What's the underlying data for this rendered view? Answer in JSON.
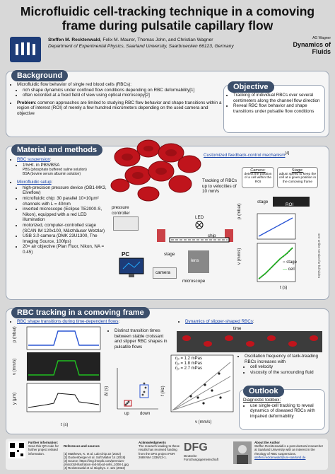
{
  "title_line1": "Microfluidic cell-tracking technique in a comoving",
  "title_line2": "frame during pulsatile capillary flow",
  "authors": {
    "first": "Steffen M. Recktenwald",
    "rest": ", Felix M. Maurer, Thomas John, and Christian Wagner",
    "affiliation": "Department of Experimental Physics, Saarland University, Saarbruecken 66123, Germany"
  },
  "logo_right": {
    "top": "AG Wagner",
    "main": "Dynamics of Fluids"
  },
  "background": {
    "header": "Background",
    "item1": "Microfluidic flow behavior of single red blood cells (RBCs):",
    "sub1": "rich shape dynamics under confined flow conditions depending on RBC deformability[1]",
    "sub2": "often recorded at a fixed field of view using optical microscopy[2]",
    "problem_label": "Problem:",
    "problem": " common approaches are limited to studying RBC flow behavior and shape transitions within a region of interest (ROI) of merely a few hundred micrometers depending on the used camera and objective"
  },
  "objective": {
    "header": "Objective",
    "item1": "Tracking of individual RBCs over several centimeters along the channel flow direction",
    "item2": "Reveal RBC flow behavior and shape transitions under pulsatile flow conditions"
  },
  "materials": {
    "header": "Material and methods",
    "rbc_label": "RBC suspension",
    "rbc1": "1%Ht. in PBS/BSA",
    "rbc2": "PBS (phosphate buffered saline solution)",
    "rbc3": "BSA (bovine serum albumin solution)",
    "setup_label": "Microfluidic setup",
    "s1": "high-precision pressure device (OB1-MK3, Elveflow)",
    "s2": "microfluidic chip: 30 parallel 10×10µm² channels with L = 40mm",
    "s3": "inverted microscope (Eclipse TE2000-S, Nikon), equipped with a red LED illumination",
    "s4": "motorized, computer-controlled stage (SCAN IM 120x100, Märzhäuser Wetzlar)",
    "s5": "USB 3.0 camera (DMK 23U1300, The Imaging Source, 100fps)",
    "s6": "20× air objective (Plan Fluor, Nikon, NA = 0.45)",
    "tracking_note": "Tracking of RBCs up to velocities of 10 mm/s",
    "lbl_pressure": "pressure controller",
    "lbl_led": "LED",
    "lbl_chip": "chip",
    "lbl_pc": "PC",
    "lbl_stage": "stage",
    "lbl_camera": "camera",
    "lbl_lens": "lens",
    "lbl_microscope": "microscope",
    "feedback_label": "Customized feedback-control mechanism",
    "feedback_ref": "[4]",
    "camera_box_title": "Camera:",
    "camera_box_text": "detect the position of a cell within the ROI",
    "stage_box_title": "Stage:",
    "stage_box_text": "adjust speed to keep the cell at a given position in the comoving frame",
    "roi_label": "ROI",
    "stage_small": "stage",
    "plot_ylabel1": "p (mbar)",
    "plot_ylabel2": "v (mm/s)",
    "plot_xlabel": "t (s)",
    "legend_stage": "stage",
    "legend_cell": "cell",
    "side_text": "see online version for full video"
  },
  "tracking": {
    "header": "RBC tracking in a comoving frame",
    "transitions_label": "RBC shape transitions during time-dependent flows",
    "note1": "Distinct transition times between stable croissant and slipper RBC shapes in pulsatile flows",
    "dt_label": "Δt (s)",
    "up": "up",
    "down": "down",
    "ylab_p": "p (mbar)",
    "ylab_v": "v (mm/s)",
    "ylab_y": "y (µm)",
    "xlab_t": "t (s)",
    "dynamics_label": "Dynamics of slipper-shaped RBCs",
    "time_label": "time",
    "osc_note": "Oscillation frequency of tank-treading RBCs increases with",
    "osc1": "cell velocity",
    "osc2": "viscosity of the surrounding fluid",
    "f_label": "f (Hz)",
    "v_label": "v (mm/s)",
    "legend": [
      "η₀ = 1.2 mPas",
      "η₀ = 1.8 mPas",
      "η₀ = 2.7 mPas"
    ]
  },
  "outlook": {
    "header": "Outlook",
    "label": "Diagnostic toolbox:",
    "item": "use single-cell tracking to reveal dynamics of diseased RBCs with impaired deformability"
  },
  "footer": {
    "info_title": "Further information:",
    "info_text": "Scan this QR code for further project related information.",
    "refs_title": "References and sources",
    "refs": "[1] Matthews, K. et al. Lab Chip 22 (2022)\n[2] Guckenberger et al. Soft Matter 14 (2018)\n[3] Source: https://img.freepik.com/premium-photo/3d-illustration-red-blood-cells_1008-1.jpg\n[4] Recktenwald et al. Biophys. J. 121 (2022)",
    "ack_title": "Acknowledgments",
    "ack": "The research leading to these results has received funding from the DFG project FOR 2688 WA 1336/13-1.",
    "dfg": "DFG",
    "dfg_sub": "Deutsche Forschungsgemeinschaft",
    "author_title": "About the Author",
    "author": "Steffen Recktenwald is a post-doctoral researcher at Saarland University with an interest in the rheology of RBC suspensions.",
    "email": "steffen.recktenwald@uni-saarland.de"
  },
  "colors": {
    "header_bg": "#3c4f6b",
    "accent_blue": "#2a55d4",
    "accent_green": "#20c020",
    "blood": "#c0141c"
  }
}
